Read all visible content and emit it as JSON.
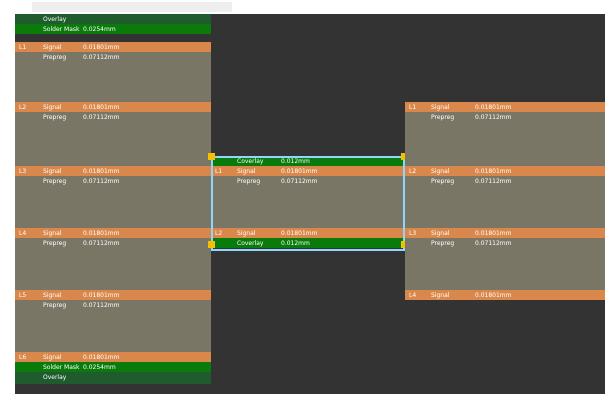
{
  "app": {
    "title": ""
  },
  "stacks": {
    "left": [
      {
        "id": "L",
        "type": "overlay",
        "label": "Overlay",
        "value": ""
      },
      {
        "id": "",
        "type": "mask",
        "label": "Solder Mask",
        "value": "0.0254mm"
      },
      {
        "id": "L1",
        "type": "signal",
        "label": "Signal",
        "value": "0.01801mm"
      },
      {
        "id": "",
        "type": "prepreg",
        "label": "Prepreg",
        "value": "0.07112mm"
      },
      {
        "id": "L2",
        "type": "signal",
        "label": "Signal",
        "value": "0.01801mm"
      },
      {
        "id": "",
        "type": "prepreg",
        "label": "Prepreg",
        "value": "0.07112mm"
      },
      {
        "id": "L3",
        "type": "signal",
        "label": "Signal",
        "value": "0.01801mm"
      },
      {
        "id": "",
        "type": "prepreg",
        "label": "Prepreg",
        "value": "0.07112mm"
      },
      {
        "id": "L4",
        "type": "signal",
        "label": "Signal",
        "value": "0.01801mm"
      },
      {
        "id": "",
        "type": "prepreg",
        "label": "Prepreg",
        "value": "0.07112mm"
      },
      {
        "id": "L5",
        "type": "signal",
        "label": "Signal",
        "value": "0.01801mm"
      },
      {
        "id": "",
        "type": "prepreg",
        "label": "Prepreg",
        "value": "0.07112mm"
      },
      {
        "id": "L6",
        "type": "signal",
        "label": "Signal",
        "value": "0.01801mm"
      },
      {
        "id": "",
        "type": "mask",
        "label": "Solder Mask",
        "value": "0.0254mm"
      },
      {
        "id": "",
        "type": "overlay",
        "label": "Overlay",
        "value": ""
      }
    ],
    "middle": [
      {
        "id": "",
        "type": "mask",
        "label": "Coverlay",
        "value": "0.012mm"
      },
      {
        "id": "L1",
        "type": "signal",
        "label": "Signal",
        "value": "0.01801mm"
      },
      {
        "id": "",
        "type": "prepreg",
        "label": "Prepreg",
        "value": "0.07112mm"
      },
      {
        "id": "L2",
        "type": "signal",
        "label": "Signal",
        "value": "0.01801mm"
      },
      {
        "id": "",
        "type": "mask",
        "label": "Coverlay",
        "value": "0.012mm"
      }
    ],
    "right": [
      {
        "id": "L1",
        "type": "signal",
        "label": "Signal",
        "value": "0.01801mm"
      },
      {
        "id": "",
        "type": "prepreg",
        "label": "Prepreg",
        "value": "0.07112mm"
      },
      {
        "id": "L2",
        "type": "signal",
        "label": "Signal",
        "value": "0.01801mm"
      },
      {
        "id": "",
        "type": "prepreg",
        "label": "Prepreg",
        "value": "0.07112mm"
      },
      {
        "id": "L3",
        "type": "signal",
        "label": "Signal",
        "value": "0.01801mm"
      },
      {
        "id": "",
        "type": "prepreg",
        "label": "Prepreg",
        "value": "0.07112mm"
      },
      {
        "id": "L4",
        "type": "signal",
        "label": "Signal",
        "value": "0.01801mm"
      }
    ]
  },
  "colors": {
    "signal": "#d9874a",
    "prepreg": "#7a7665",
    "mask": "#0a7a0a",
    "overlay": "#1f5b2c",
    "canvas": "#333333",
    "selection": "#8fd6ff",
    "handle": "#f4c000"
  }
}
